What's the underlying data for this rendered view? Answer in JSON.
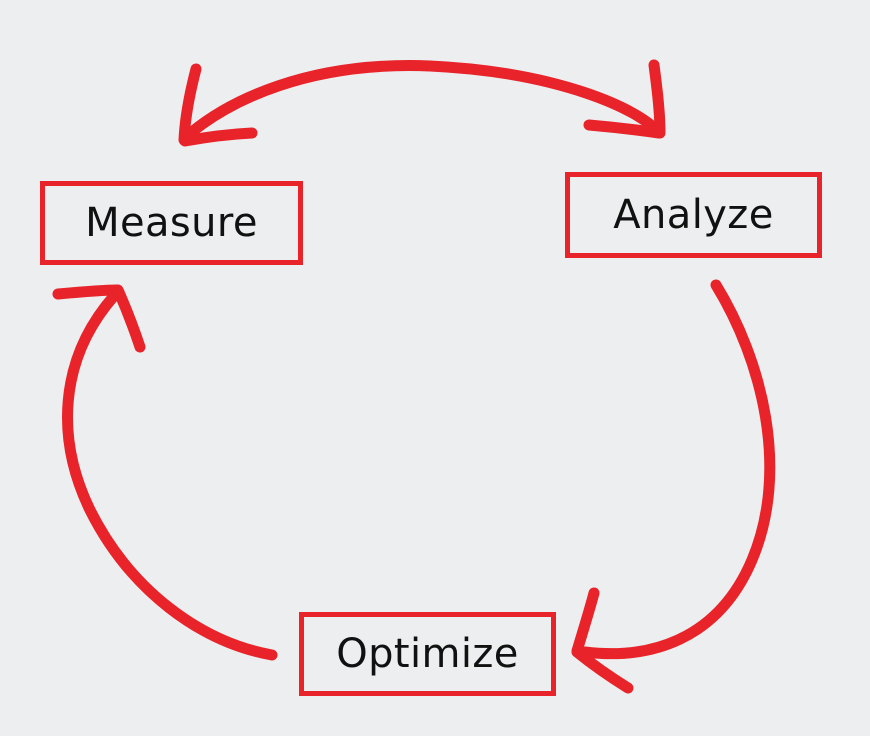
{
  "diagram": {
    "title": "Measure - Analyze - Optimize continuous improvement cycle",
    "type": "cycle-diagram",
    "background_color": "#eceeef",
    "accent_color": "#e8232a",
    "text_color": "#111111",
    "style": "hand-drawn",
    "nodes": [
      {
        "id": "measure",
        "label": "Measure"
      },
      {
        "id": "analyze",
        "label": "Analyze"
      },
      {
        "id": "optimize",
        "label": "Optimize"
      }
    ],
    "arrows": [
      {
        "id": "analyze-to-measure",
        "from": "Analyze",
        "to": "Measure",
        "direction": "right-to-left",
        "position": "top"
      },
      {
        "id": "analyze-to-optimize",
        "from": "Analyze",
        "to": "Optimize",
        "direction": "top-to-bottom",
        "position": "right"
      },
      {
        "id": "optimize-to-measure",
        "from": "Optimize",
        "to": "Measure",
        "direction": "bottom-to-top",
        "position": "left"
      }
    ]
  }
}
